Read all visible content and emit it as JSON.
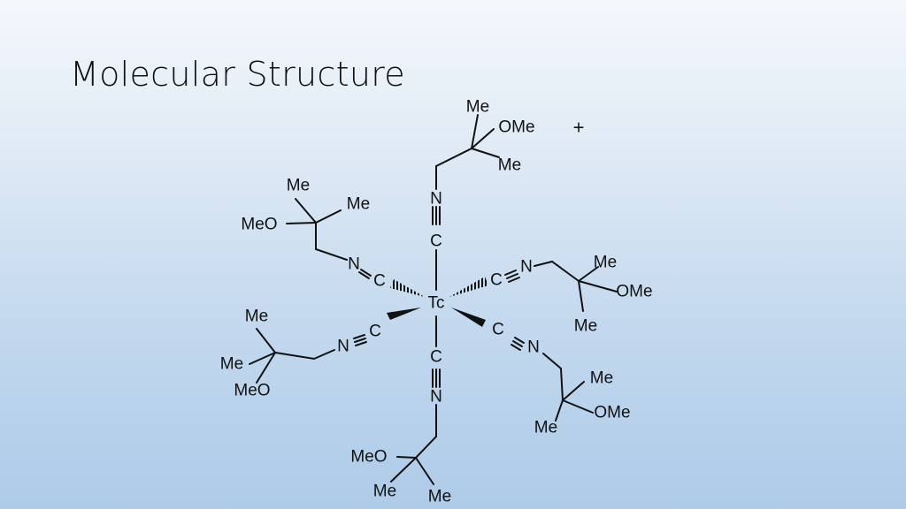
{
  "slide": {
    "title": "Molecular Structure"
  },
  "molecule": {
    "charge": "+",
    "center_atom": "Tc",
    "atoms": {
      "nitrogen": "N",
      "carbon": "C",
      "methyl": "Me",
      "methoxy_right": "OMe",
      "methoxy_left": "MeO"
    }
  }
}
